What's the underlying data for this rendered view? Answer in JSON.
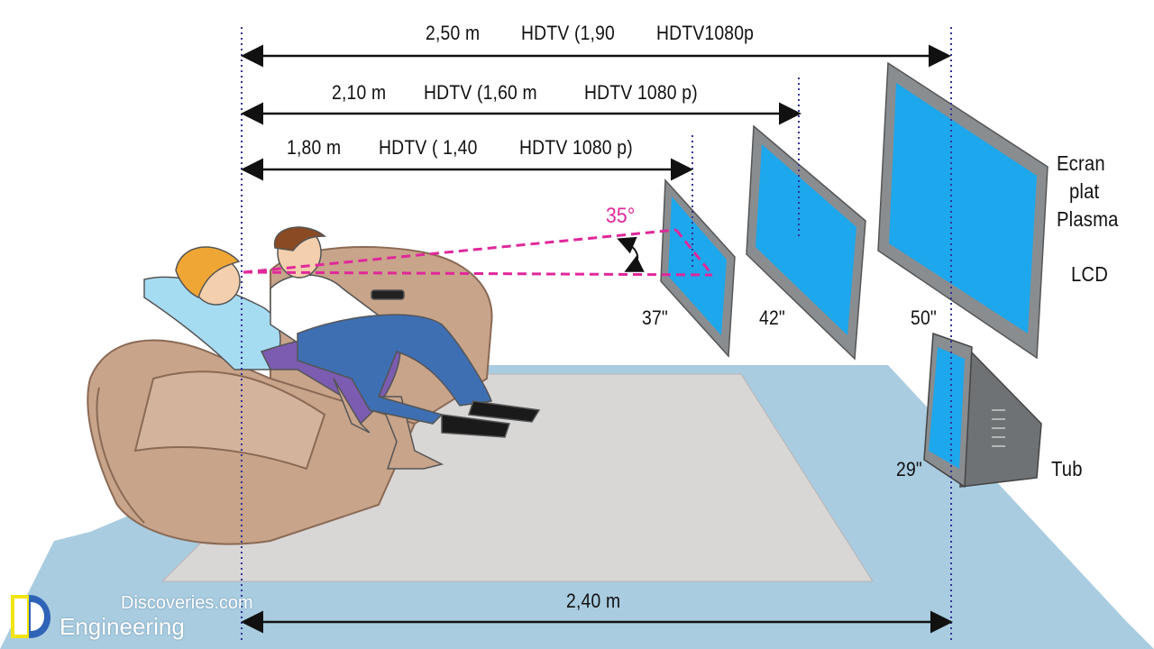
{
  "distances": [
    {
      "distance": "2,50 m",
      "hdtv": "HDTV (1,90",
      "full": "HDTV1080p"
    },
    {
      "distance": "2,10 m",
      "hdtv": "HDTV (1,60 m",
      "full": "HDTV 1080 p)"
    },
    {
      "distance": "1,80 m",
      "hdtv": "HDTV ( 1,40",
      "full": "HDTV 1080  p)"
    }
  ],
  "floor_width": "2,40 m",
  "viewing_angle": "35°",
  "screens": {
    "tv37": "37\"",
    "tv42": "42\"",
    "tv50": "50\"",
    "tv29": "29\""
  },
  "screen_types": {
    "flat_line1": "Ecran",
    "flat_line2": "plat",
    "flat_line3": "Plasma",
    "lcd": "LCD",
    "tube": "Tub"
  },
  "logo": {
    "top": "Discoveries.com",
    "bottom": "Engineering"
  },
  "colors": {
    "floor": "#a9cce0",
    "rug": "#d9d6d6",
    "screen": "#1da7ec",
    "tv_frame": "#8a8d90",
    "sofa": "#c8a48a",
    "angle": "#e0289a"
  }
}
